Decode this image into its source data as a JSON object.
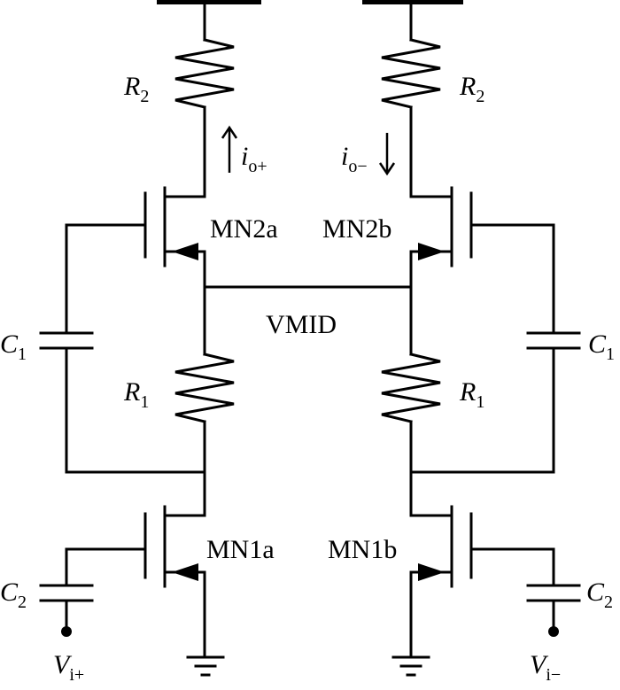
{
  "labels": {
    "r2_left": {
      "main": "R",
      "sub": "2"
    },
    "r2_right": {
      "main": "R",
      "sub": "2"
    },
    "r1_left": {
      "main": "R",
      "sub": "1"
    },
    "r1_right": {
      "main": "R",
      "sub": "1"
    },
    "c1_left": {
      "main": "C",
      "sub": "1"
    },
    "c1_right": {
      "main": "C",
      "sub": "1"
    },
    "c2_left": {
      "main": "C",
      "sub": "2"
    },
    "c2_right": {
      "main": "C",
      "sub": "2"
    },
    "io_plus": {
      "main": "i",
      "sub": "o+"
    },
    "io_minus": {
      "main": "i",
      "sub": "o−"
    },
    "vi_plus": {
      "main": "V",
      "sub": "i+"
    },
    "vi_minus": {
      "main": "V",
      "sub": "i−"
    },
    "mn2a": "MN2a",
    "mn2b": "MN2b",
    "mn1a": "MN1a",
    "mn1b": "MN1b",
    "vmid": "VMID"
  }
}
